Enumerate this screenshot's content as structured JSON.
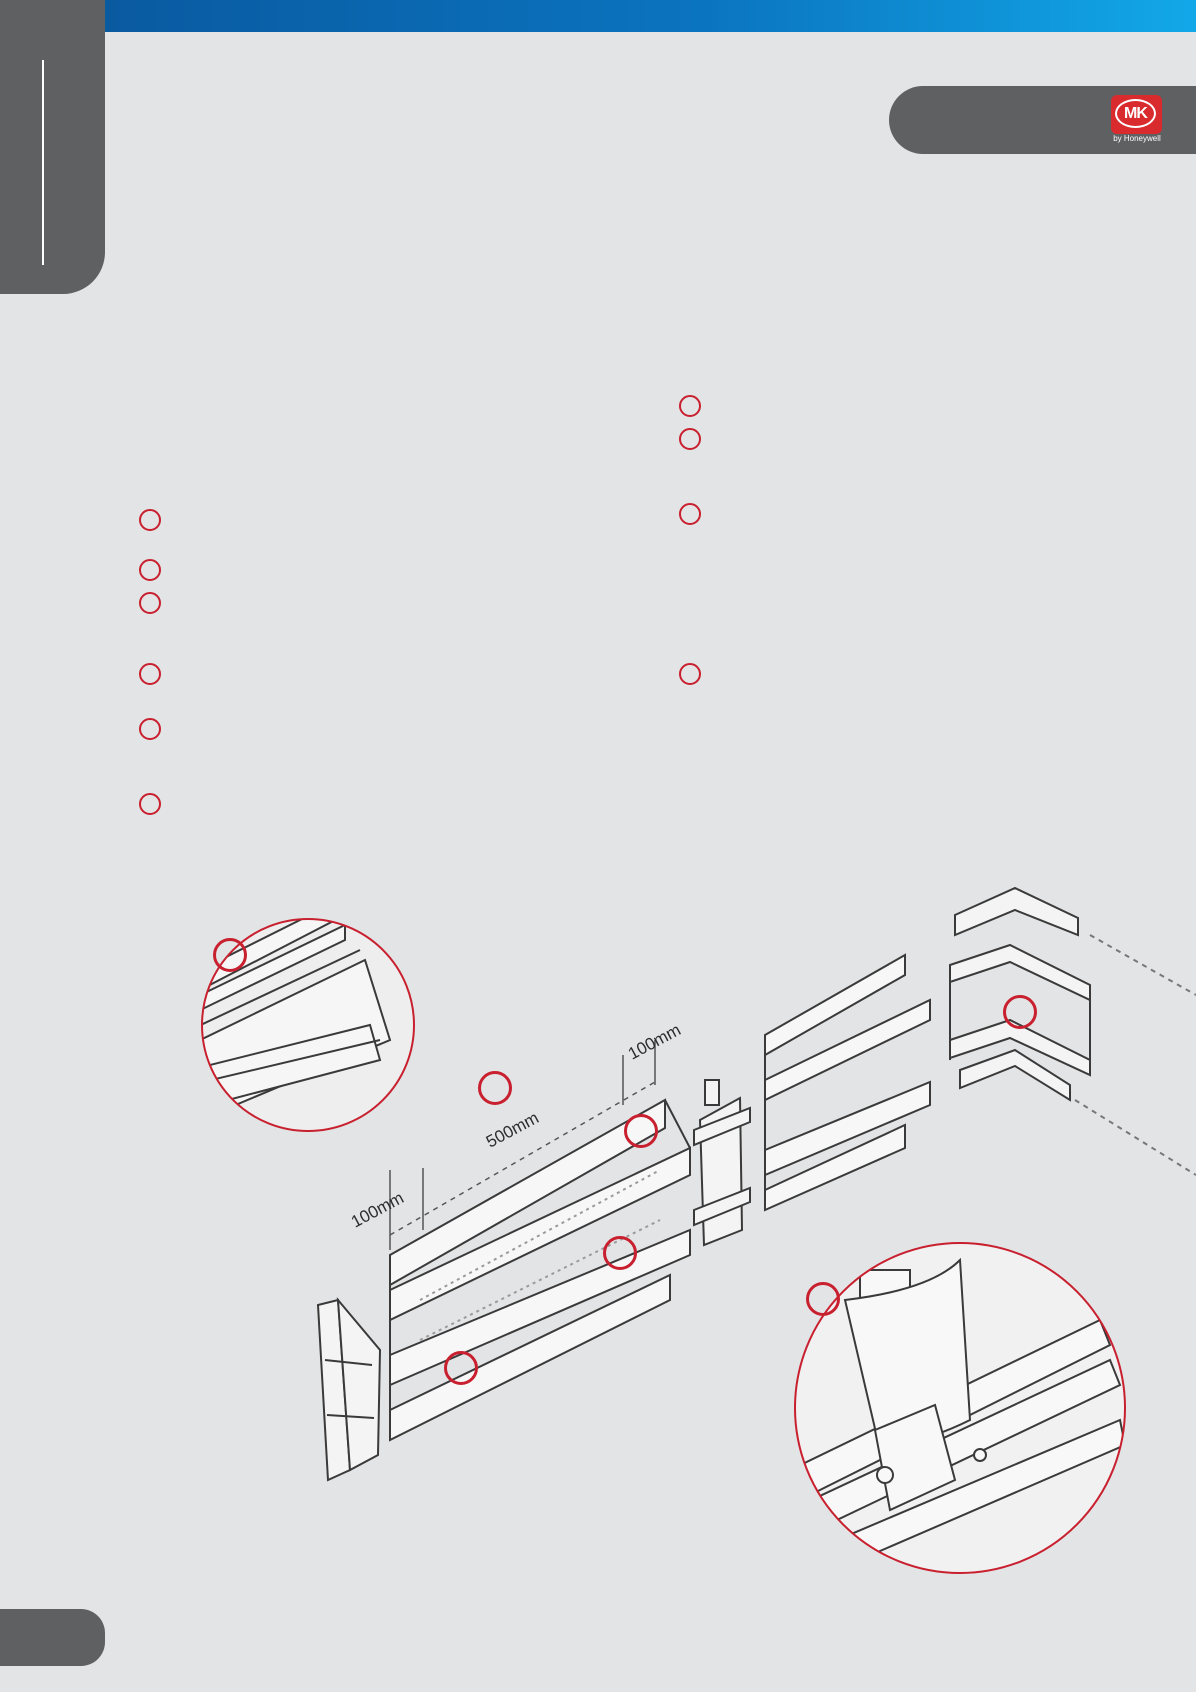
{
  "header": {
    "logo_text": "MK",
    "logo_sub": "by Honeywell"
  },
  "colors": {
    "accent_red": "#c8202f",
    "panel_grey": "#5f6062",
    "bar_blue": "#0b74c0",
    "page_bg": "#e3e4e5"
  },
  "dimensions": {
    "left_offset": "100mm",
    "span": "500mm",
    "right_offset": "100mm"
  }
}
